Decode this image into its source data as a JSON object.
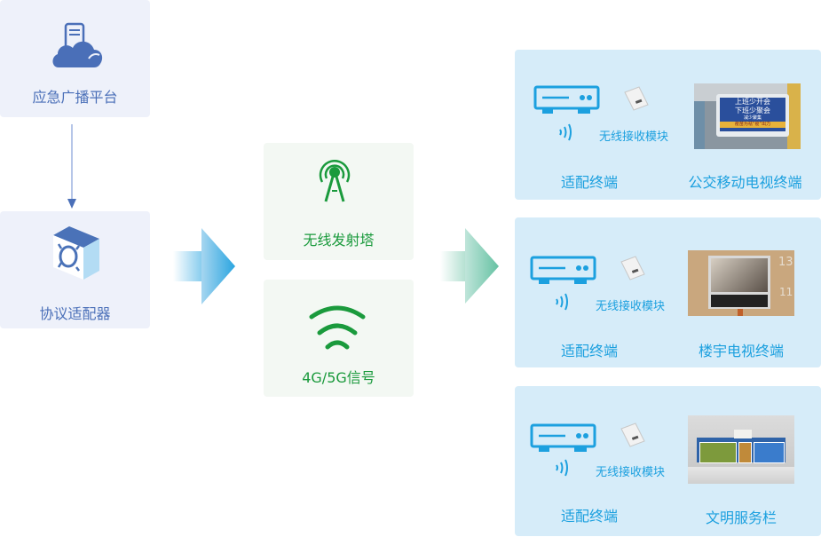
{
  "source": {
    "platform": {
      "label": "应急广播平台",
      "icon": "cloud-server-icon"
    },
    "adapter": {
      "label": "协议适配器",
      "icon": "protocol-cube-icon"
    }
  },
  "transmission": {
    "tower": {
      "label": "无线发射塔",
      "icon": "radio-tower-icon"
    },
    "cellular": {
      "label": "4G/5G信号",
      "icon": "wifi-signal-icon"
    }
  },
  "terminals": [
    {
      "adapter_label": "适配终端",
      "module_label": "无线接收模块",
      "terminal_label": "公交移动电视终端",
      "screen_text": {
        "line1": "上班少开会",
        "line2": "下班少聚会",
        "line3": "减少聚集",
        "line4": "疫苗为祛“疫”出力"
      }
    },
    {
      "adapter_label": "适配终端",
      "module_label": "无线接收模块",
      "terminal_label": "楼宇电视终端",
      "screen_text": {
        "floor_top": "13",
        "floor_bottom": "11"
      }
    },
    {
      "adapter_label": "适配终端",
      "module_label": "无线接收模块",
      "terminal_label": "文明服务栏",
      "screen_text": {}
    }
  ],
  "colors": {
    "source_blue": "#4a6fb8",
    "green": "#1a9a3c",
    "terminal_blue": "#1ca0df",
    "terminal_bg": "#d6ecf9"
  }
}
